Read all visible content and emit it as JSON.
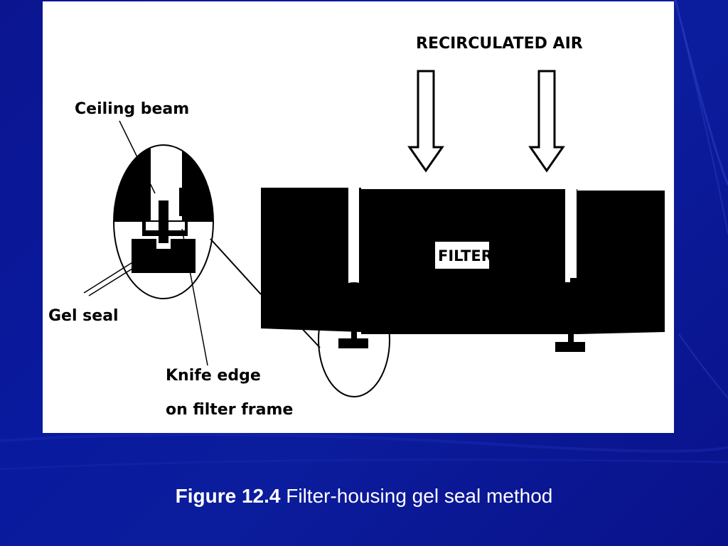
{
  "diagram": {
    "labels": {
      "recirculated_air": "RECIRCULATED AIR",
      "ceiling_beam": "Ceiling beam",
      "gel_seal": "Gel seal",
      "knife_edge_line1": "Knife edge",
      "knife_edge_line2": "on filter frame",
      "filter": "FILTER"
    }
  },
  "caption": {
    "number": "Figure 12.4",
    "text": "Filter-housing gel seal method"
  },
  "colors": {
    "background": "#0a1a9e",
    "panel": "#ffffff",
    "ink": "#000000",
    "caption_text": "#ffffff"
  }
}
